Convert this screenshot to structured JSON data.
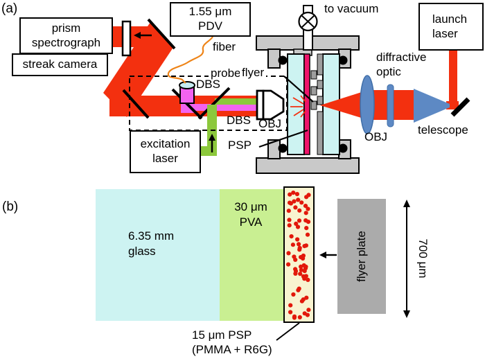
{
  "colors": {
    "red": "#f3300f",
    "magenta_beam": "#f263f0",
    "psp_pink": "#ee146b",
    "green_beam": "#8cc83c",
    "pva": "#c9ef92",
    "cyan_glass": "#cdf3f2",
    "blue_optic": "#5d89c4",
    "blue_optic_edge": "#3f6ea8",
    "grey_flange": "#c9c9c9",
    "grey_film": "#9e9e9e",
    "grey_flyer": "#ababab",
    "cream_psp": "#f8f3d0",
    "dot_red": "#e2180b",
    "fiber_orange": "#ee8418"
  },
  "panel_a": {
    "tag": "(a)",
    "boxes": {
      "spectrograph": [
        "prism",
        "spectrograph"
      ],
      "streak": "streak camera",
      "pdv": [
        "1.55 μm",
        "PDV"
      ],
      "excitation": [
        "excitation",
        "laser"
      ],
      "launch": [
        "launch",
        "laser"
      ]
    },
    "labels": {
      "fiber": "fiber",
      "probe": "probe",
      "flyer": "flyer",
      "dbs1": "DBS",
      "dbs2": "DBS",
      "obj_left": "OBJ",
      "psp": "PSP",
      "to_vacuum": "to vacuum",
      "diffractive": [
        "diffractive",
        "optic"
      ],
      "telescope": "telescope",
      "obj_right": "OBJ"
    }
  },
  "panel_b": {
    "tag": "(b)",
    "labels": {
      "glass": [
        "6.35 mm",
        "glass"
      ],
      "pva": [
        "30 μm",
        "PVA"
      ],
      "flyer_plate": "flyer plate",
      "thickness": "700 μm",
      "psp_caption": [
        "15 μm PSP",
        "(PMMA + R6G)"
      ]
    }
  }
}
